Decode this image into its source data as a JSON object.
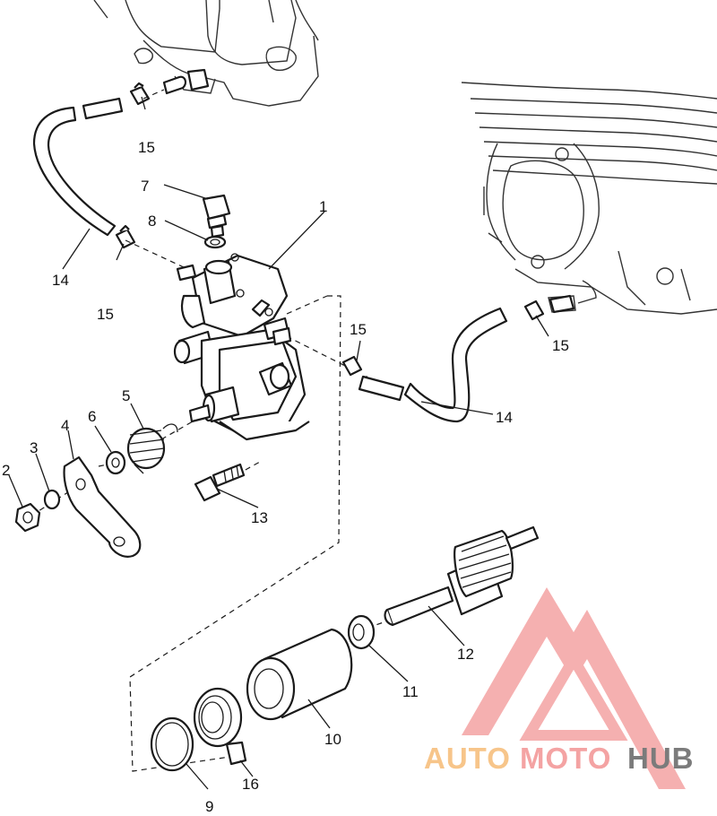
{
  "callouts": {
    "c1": "1",
    "c2": "2",
    "c3": "3",
    "c4": "4",
    "c5": "5",
    "c6": "6",
    "c7": "7",
    "c8": "8",
    "c9": "9",
    "c10": "10",
    "c11": "11",
    "c12": "12",
    "c13": "13",
    "c14a": "14",
    "c14b": "14",
    "c15a": "15",
    "c15b": "15",
    "c15c": "15",
    "c15d": "15",
    "c16": "16"
  },
  "watermark": {
    "text_part1": "AUTO",
    "text_part2": "MOTO",
    "text_part3": "HUB",
    "color_primary": "#f4a3a3",
    "color_accent": "#f7c58a",
    "color_dark": "#7b7b7b",
    "icon": "triangle-logo-icon"
  }
}
